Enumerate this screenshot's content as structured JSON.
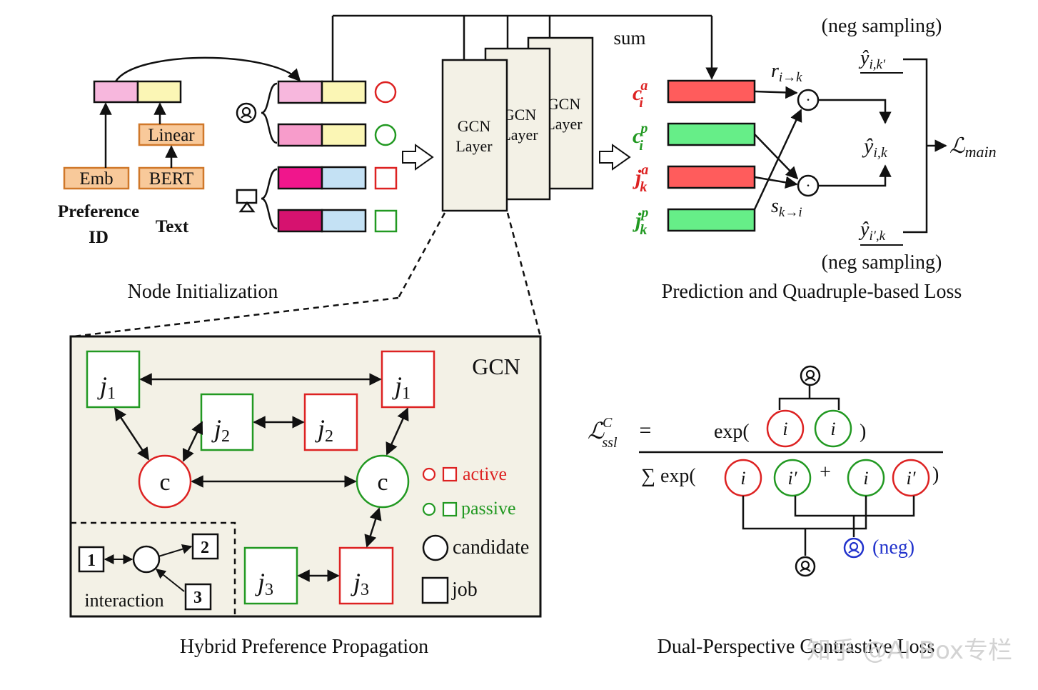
{
  "colors": {
    "active": "#dd2222",
    "passive": "#229922",
    "neg": "#2233cc",
    "gcn_panel": "#f3f1e6",
    "orange_box": "#f8c99a",
    "orange_border": "#d0782a",
    "pref_pink": "#f7b7dd",
    "pref_yellow": "#fbf6b5",
    "pref_pink2": "#f79ccb",
    "job_magenta": "#f0168c",
    "job_magenta2": "#d6126f",
    "job_blue": "#c4e1f4",
    "bar_red": "#ff5c5c",
    "bar_green": "#66ee88"
  },
  "icons": {
    "candidate": "person-head-icon",
    "job": "presentation-board-icon"
  },
  "node_init": {
    "emb": "Emb",
    "bert": "BERT",
    "linear": "Linear",
    "preference_line1": "Preference",
    "preference_line2": "ID",
    "text": "Text",
    "caption": "Node Initialization"
  },
  "gcn_layers": {
    "layer1_line1": "GCN",
    "layer1_line2": "Layer",
    "layer2_line1": "GCN",
    "layer2_line2": "Layer",
    "layer3_line1": "GCN",
    "layer3_line2": "Layer",
    "sum": "sum"
  },
  "prediction": {
    "neg_top": "(neg sampling)",
    "neg_bottom": "(neg sampling)",
    "caption": "Prediction and Quadruple-based Loss",
    "c_a": "c",
    "c_a_sub": "i",
    "c_a_sup": "a",
    "c_p": "c",
    "c_p_sub": "i",
    "c_p_sup": "p",
    "j_a": "j",
    "j_a_sub": "k",
    "j_a_sup": "a",
    "j_p": "j",
    "j_p_sub": "k",
    "j_p_sup": "p",
    "r": "r",
    "r_sub": "i→k",
    "s": "s",
    "s_sub": "k→i",
    "y_top": "ŷ",
    "y_top_sub": "i,k′",
    "y_mid": "ŷ",
    "y_mid_sub": "i,k",
    "y_bot": "ŷ",
    "y_bot_sub": "i′,k",
    "loss": "ℒ",
    "loss_sub": "main",
    "dot": "·"
  },
  "gcn_panel": {
    "title": "GCN",
    "j1": "j",
    "j1_sub": "1",
    "j2": "j",
    "j2_sub": "2",
    "j3": "j",
    "j3_sub": "3",
    "c": "c",
    "legend_active": "active",
    "legend_passive": "passive",
    "legend_candidate": "candidate",
    "legend_job": "job",
    "inter_1": "1",
    "inter_2": "2",
    "inter_3": "3",
    "interaction": "interaction",
    "caption": "Hybrid Preference Propagation"
  },
  "contrastive": {
    "lhs": "ℒ",
    "lhs_sub": "ssl",
    "lhs_sup": "C",
    "equals": "=",
    "exp_num": "exp(",
    "close_num": ")",
    "sum_exp": "∑ exp(",
    "plus": "+",
    "close_den": ")",
    "i": "i",
    "i_prime": "i′",
    "neg": "(neg)",
    "caption": "Dual-Perspective Contrastive Loss"
  },
  "watermark": "知乎 @AI Box专栏"
}
